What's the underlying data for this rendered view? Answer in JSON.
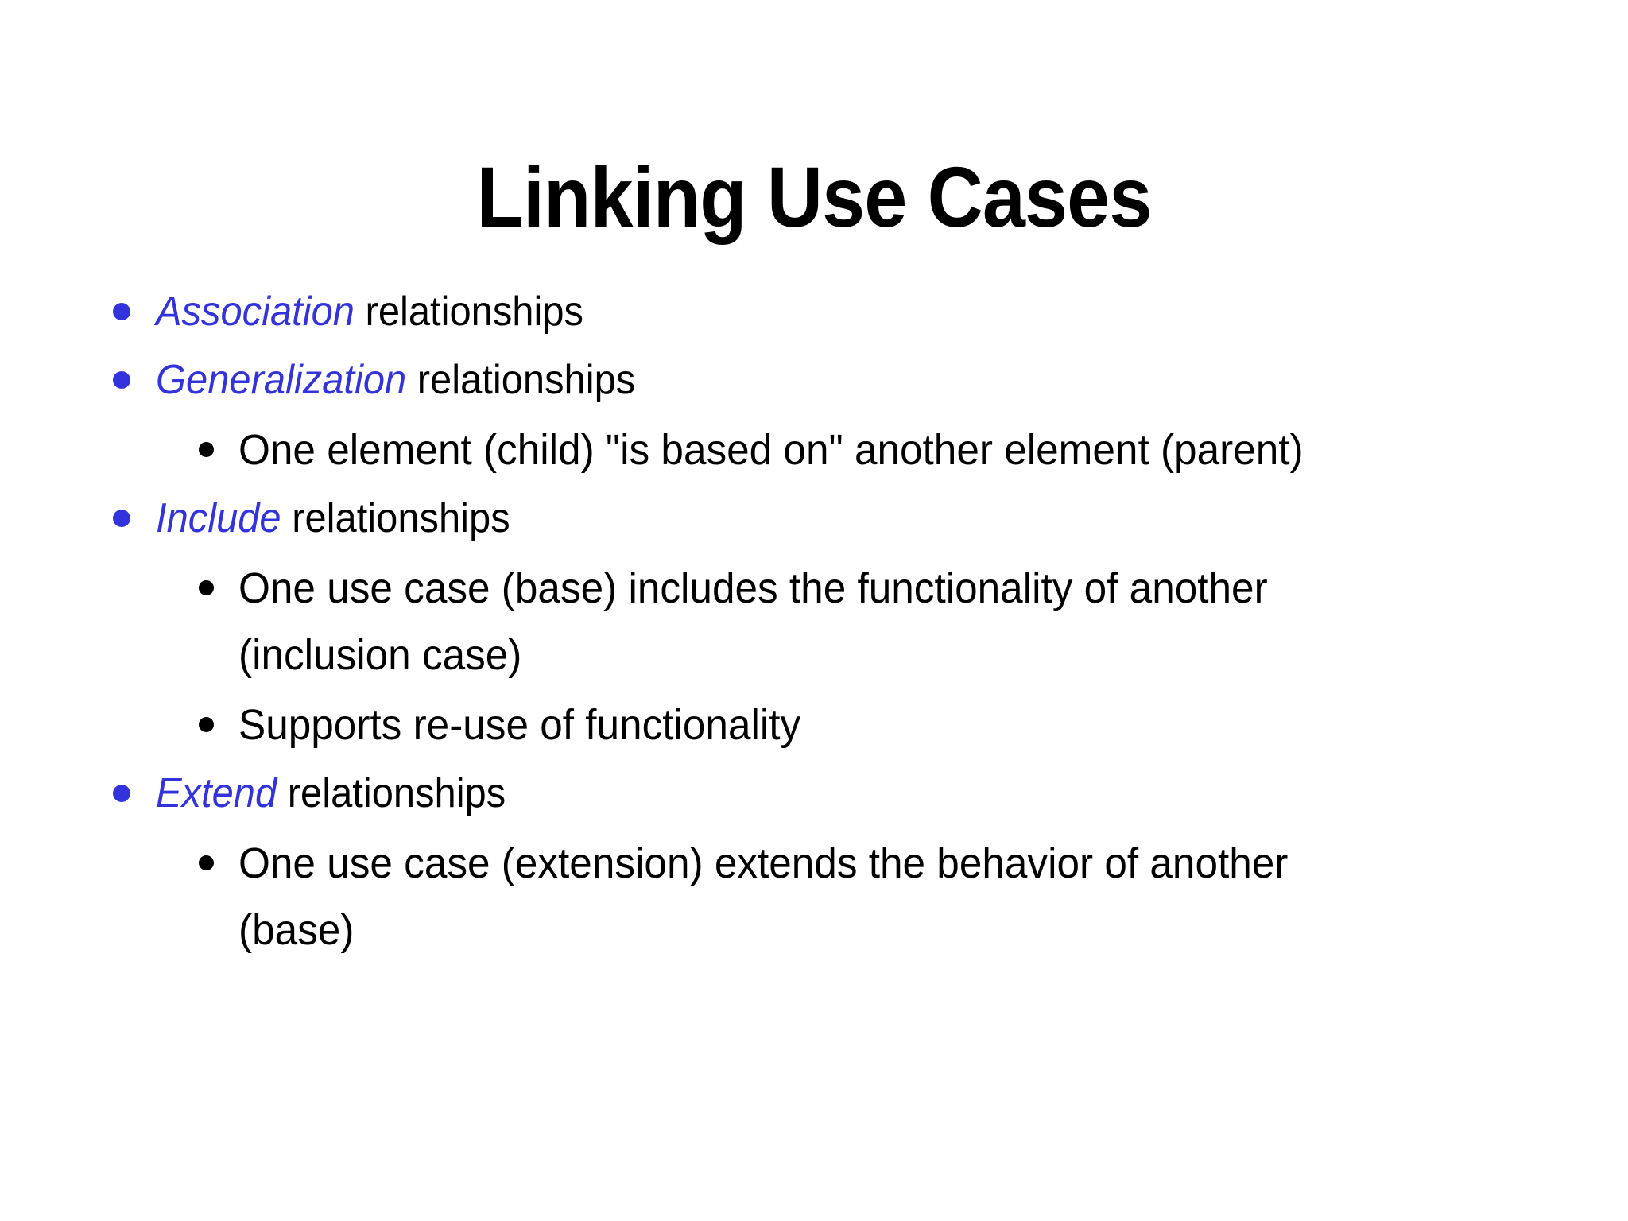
{
  "slide": {
    "title": "Linking Use Cases",
    "background_color": "#ffffff",
    "accent_color": "#3333dd",
    "text_color": "#000000",
    "outline": [
      {
        "level": 1,
        "keyword": "Association",
        "rest": " relationships",
        "bullet": "bullet-dot-blue"
      },
      {
        "level": 1,
        "keyword": "Generalization",
        "rest": " relationships",
        "bullet": "bullet-dot-blue"
      },
      {
        "level": 2,
        "text": "One element (child) \"is based on\" another element (parent)",
        "bullet": "bullet-dot-black"
      },
      {
        "level": 1,
        "keyword": "Include",
        "rest": " relationships",
        "bullet": "bullet-dot-blue"
      },
      {
        "level": 2,
        "text": "One use case (base) includes the functionality of another (inclusion case)",
        "bullet": "bullet-dot-black"
      },
      {
        "level": 2,
        "text": "Supports re-use of functionality",
        "bullet": "bullet-dot-black"
      },
      {
        "level": 1,
        "keyword": "Extend",
        "rest": " relationships",
        "bullet": "bullet-dot-blue"
      },
      {
        "level": 2,
        "text": "One use case (extension) extends the behavior of another (base)",
        "bullet": "bullet-dot-black"
      }
    ]
  }
}
